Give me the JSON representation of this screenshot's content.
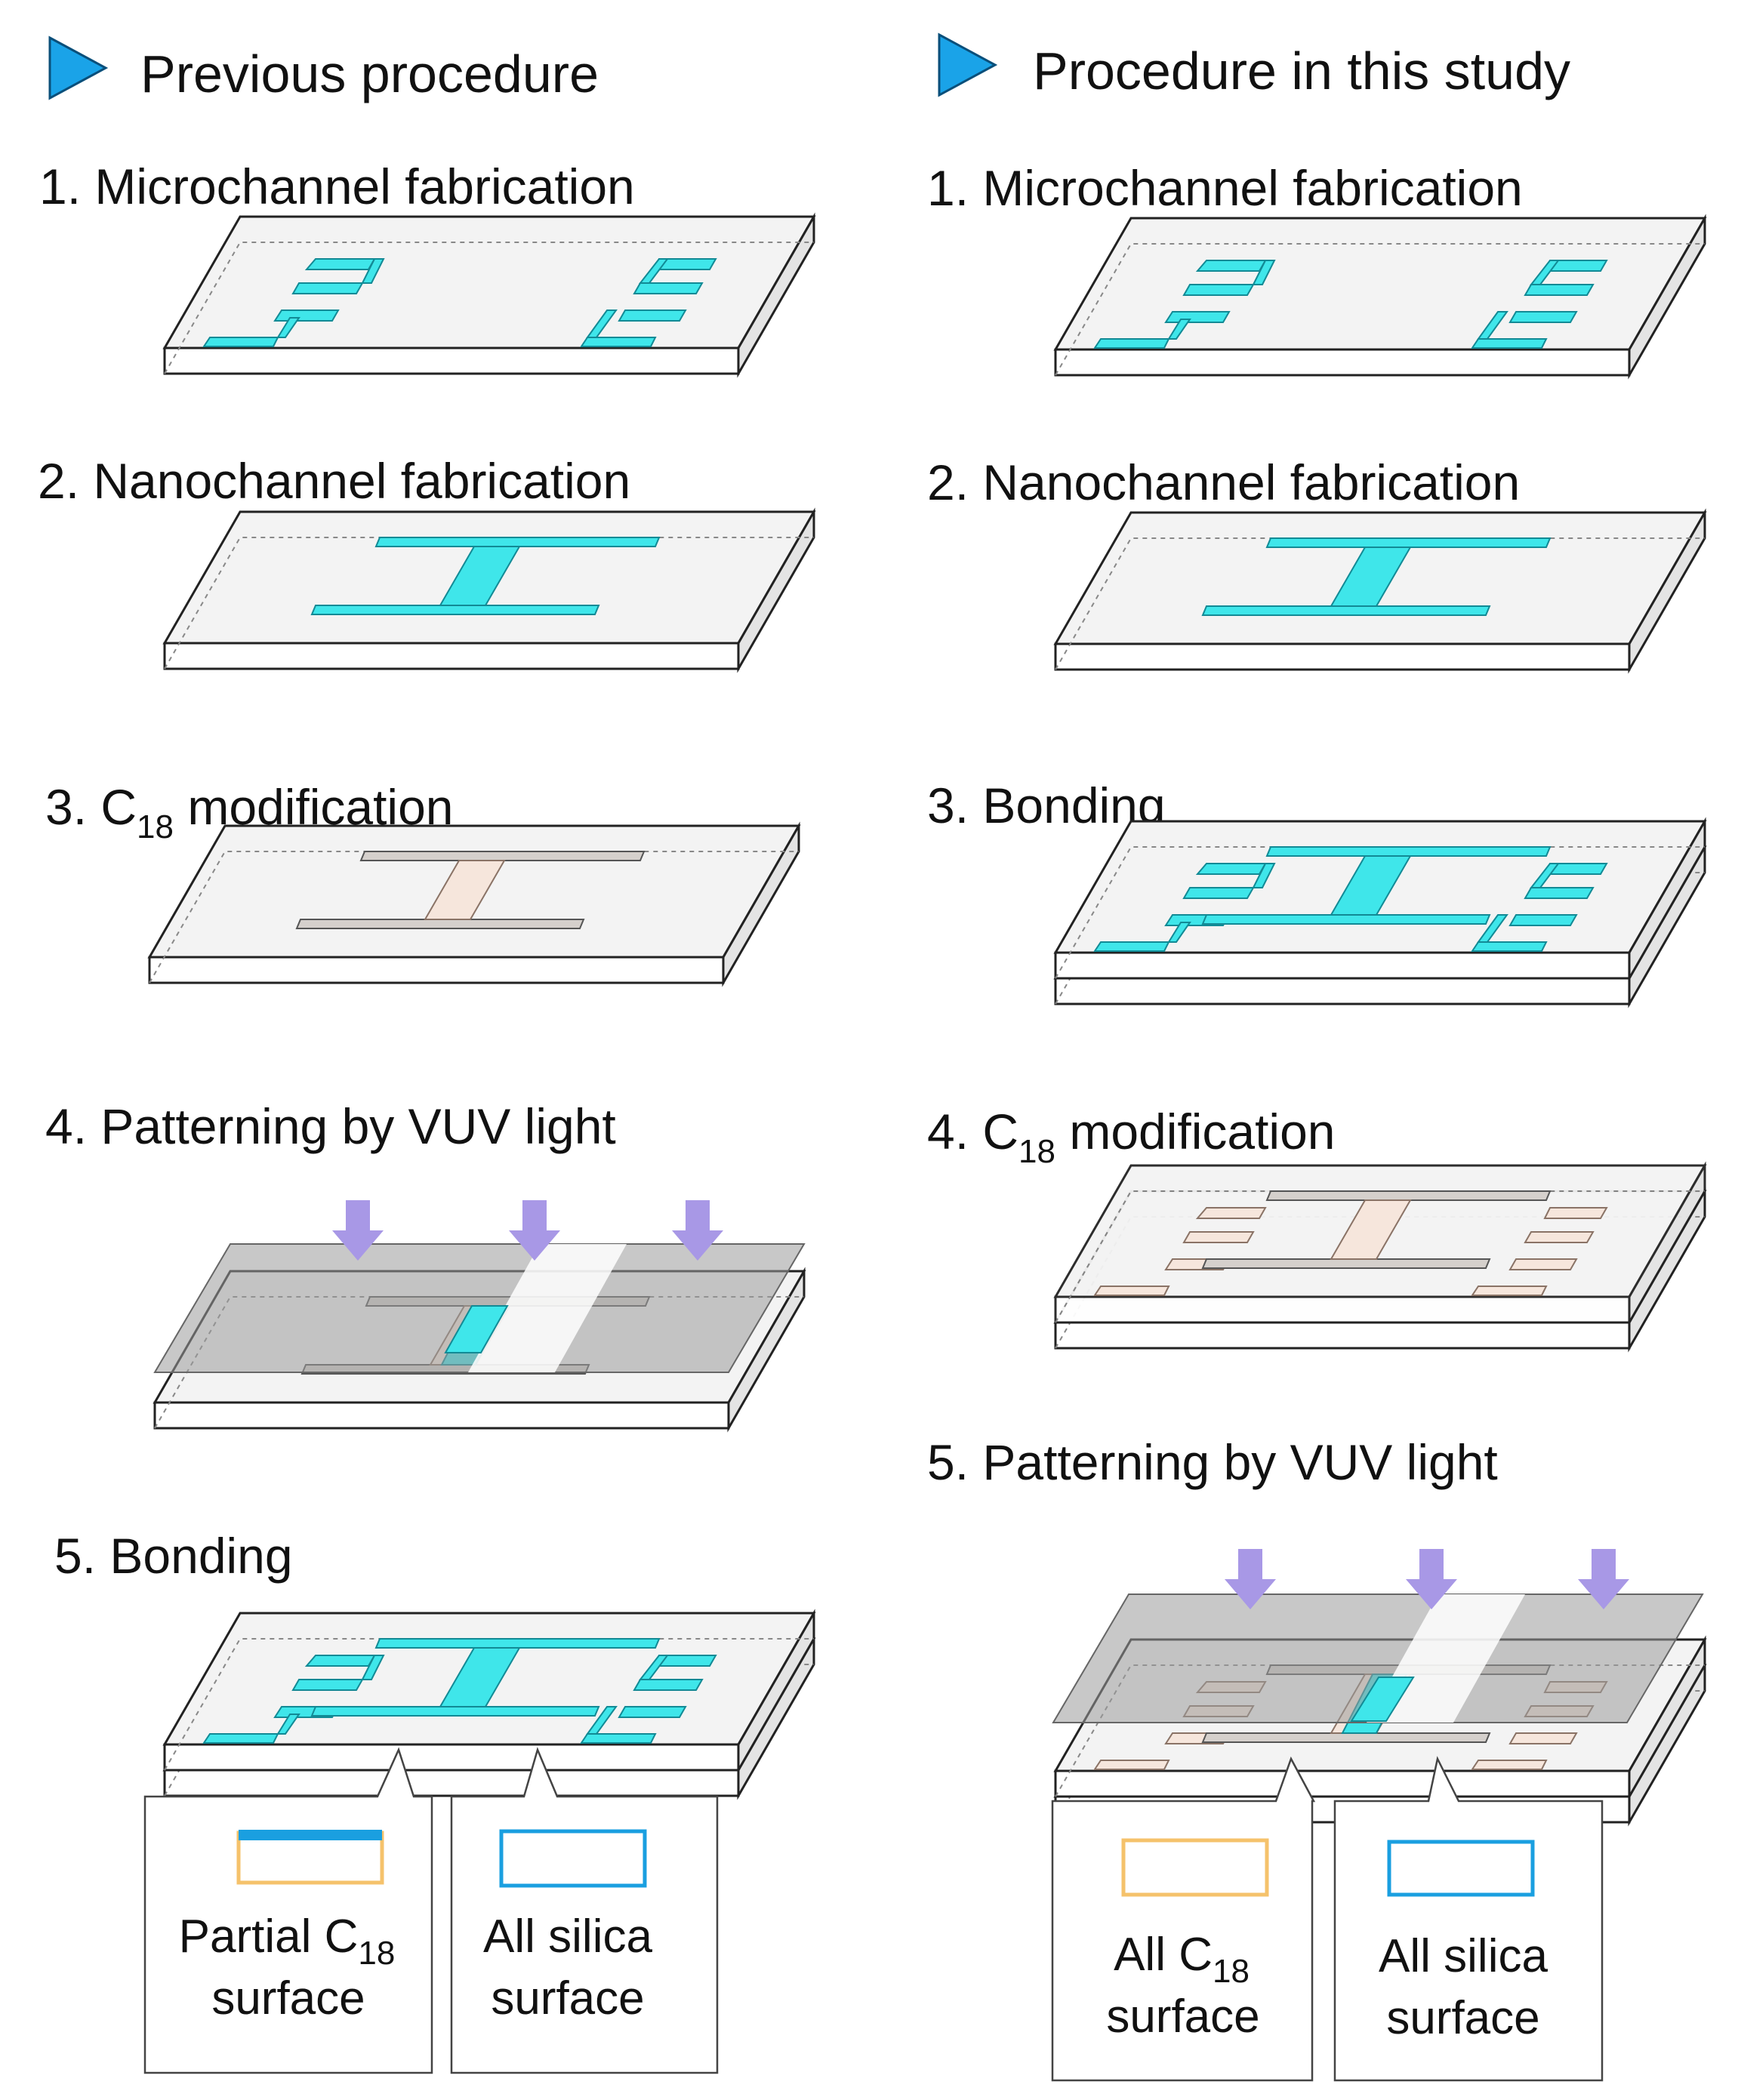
{
  "headers": {
    "left": "Previous procedure",
    "right": "Procedure in this study"
  },
  "left_steps": {
    "s1": "1. Microchannel fabrication",
    "s2": "2. Nanochannel fabrication",
    "s3_prefix": "3. C",
    "s3_sub": "18",
    "s3_suffix": " modification",
    "s4": "4. Patterning by VUV light",
    "s5": "5. Bonding"
  },
  "right_steps": {
    "s1": "1. Microchannel fabrication",
    "s2": "2. Nanochannel fabrication",
    "s3": "3. Bonding",
    "s4_prefix": "4. C",
    "s4_sub": "18",
    "s4_suffix": " modification",
    "s5": "5. Patterning by VUV light"
  },
  "left_callouts": {
    "a_line1_prefix": "Partial C",
    "a_line1_sub": "18",
    "a_line2": "surface",
    "b_line1": "All silica",
    "b_line2": "surface"
  },
  "right_callouts": {
    "a_line1_prefix": "All C",
    "a_line1_sub": "18",
    "a_line2": "surface",
    "b_line1": "All silica",
    "b_line2": "surface"
  },
  "colors": {
    "channel_silica": "#3fe6ea",
    "channel_c18": "#f6e6dc",
    "c18_outline": "#f5c26b",
    "silica_outline": "#1a9fe0",
    "vuv_arrow": "#a898e6",
    "header_marker": "#1aa3e8"
  },
  "icons": {
    "header_marker": "triangle-play-icon",
    "vuv_light": "down-arrow-icon"
  }
}
